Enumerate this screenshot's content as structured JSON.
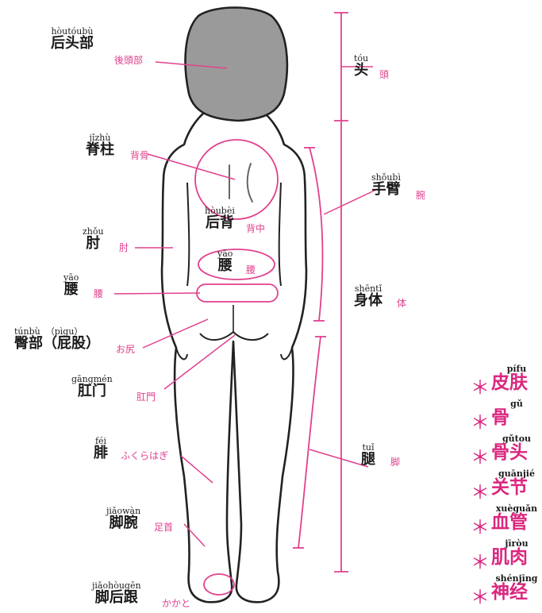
{
  "colors": {
    "accent": "#e0418e",
    "hair": "#9a9a9a",
    "outline": "#222222"
  },
  "labels": {
    "back_head": {
      "pinyin": "hòutóubù",
      "zh": "后头部",
      "ja": "後頭部"
    },
    "head": {
      "pinyin": "tóu",
      "zh": "头",
      "ja": "頭"
    },
    "spine": {
      "pinyin": "jǐzhù",
      "zh": "脊柱",
      "ja": "背骨"
    },
    "arm": {
      "pinyin": "shǒubì",
      "zh": "手臂",
      "ja": "腕"
    },
    "back": {
      "pinyin": "hòubèi",
      "zh": "后背",
      "ja": "背中"
    },
    "elbow": {
      "pinyin": "zhǒu",
      "zh": "肘",
      "ja": "肘"
    },
    "waist_left": {
      "pinyin": "yāo",
      "zh": "腰",
      "ja": "腰"
    },
    "waist_mid": {
      "pinyin": "yāo",
      "zh": "腰",
      "ja": "腰"
    },
    "body": {
      "pinyin": "shēntǐ",
      "zh": "身体",
      "ja": "体"
    },
    "buttocks": {
      "pinyin": "túnbù",
      "pinyin2": "（pìgu）",
      "zh": "臀部（屁股）",
      "ja": "お尻"
    },
    "anus": {
      "pinyin": "gāngmén",
      "zh": "肛门",
      "ja": "肛門"
    },
    "calf": {
      "pinyin": "féi",
      "zh": "腓",
      "ja": "ふくらはぎ"
    },
    "leg": {
      "pinyin": "tuǐ",
      "zh": "腿",
      "ja": "脚"
    },
    "ankle": {
      "pinyin": "jiǎowàn",
      "zh": "脚腕",
      "ja": "足首"
    },
    "heel": {
      "pinyin": "jiǎohòugēn",
      "zh": "脚后跟",
      "ja": "かかと"
    }
  },
  "words": [
    {
      "pinyin": "pífu",
      "zh": "皮肤"
    },
    {
      "pinyin": "gǔ",
      "zh": "骨"
    },
    {
      "pinyin": "gǔtou",
      "zh": "骨头"
    },
    {
      "pinyin": "guānjié",
      "zh": "关节"
    },
    {
      "pinyin": "xuèguǎn",
      "zh": "血管"
    },
    {
      "pinyin": "jīròu",
      "zh": "肌肉"
    },
    {
      "pinyin": "shénjīng",
      "zh": "神经"
    }
  ],
  "star": "＊"
}
